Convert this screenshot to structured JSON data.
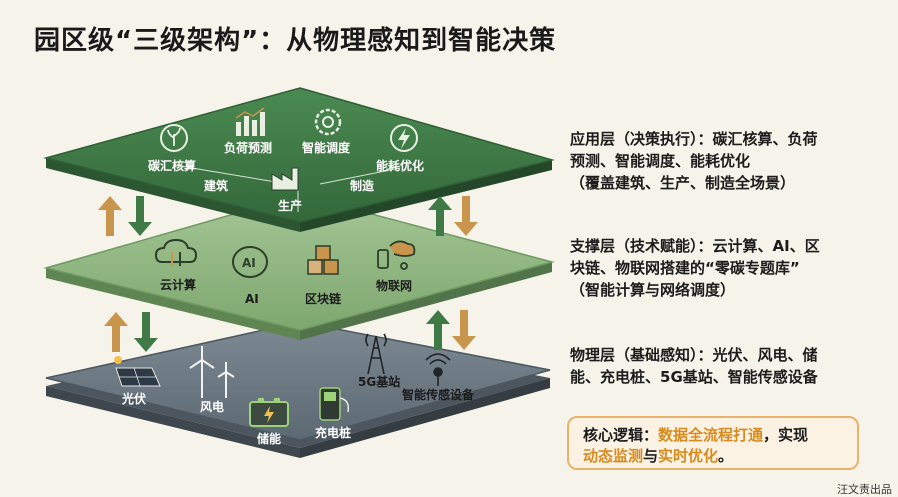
{
  "title": "园区级“三级架构”：从物理感知到智能决策",
  "colors": {
    "app_layer": "#3f7a46",
    "support_layer": "#8cb47d",
    "physical_layer": "#6c7882",
    "arrow_up": "#c9954d",
    "arrow_down": "#3f7a46",
    "highlight": "#d98a1d"
  },
  "layers": {
    "application": {
      "modules": [
        "碳汇核算",
        "负荷预测",
        "智能调度",
        "能耗优化"
      ],
      "scenes": [
        "建筑",
        "生产",
        "制造"
      ],
      "icons": [
        "sprout-icon",
        "bar-chart-icon",
        "gear-icon",
        "lightning-icon",
        "factory-icon"
      ]
    },
    "support": {
      "modules": [
        "云计算",
        "AI",
        "区块链",
        "物联网"
      ],
      "icons": [
        "cloud-icon",
        "ai-brain-icon",
        "cubes-icon",
        "iot-devices-icon"
      ]
    },
    "physical": {
      "modules": [
        "光伏",
        "风电",
        "储能",
        "充电桩",
        "5G基站",
        "智能传感设备"
      ],
      "icons": [
        "solar-panel-icon",
        "wind-turbine-icon",
        "battery-icon",
        "charging-pile-icon",
        "tower-icon",
        "sensor-icon"
      ]
    }
  },
  "descriptions": {
    "application": [
      "应用层（决策执行）：碳汇核算、负荷",
      "预测、智能调度、能耗优化",
      "（覆盖建筑、生产、制造全场景）"
    ],
    "support": [
      "支撑层（技术赋能）：云计算、AI、区",
      "块链、物联网搭建的“零碳专题库”",
      "（智能计算与网络调度）"
    ],
    "physical": [
      "物理层（基础感知）：光伏、风电、储",
      "能、充电桩、5G基站、智能传感设备"
    ]
  },
  "callout": {
    "prefix": "核心逻辑：",
    "part1": "数据全流程打通",
    "mid1": "，实现",
    "part2": "动态监测",
    "mid2": "与",
    "part3": "实时优化",
    "end": "。"
  },
  "footer": "汪文责出品"
}
